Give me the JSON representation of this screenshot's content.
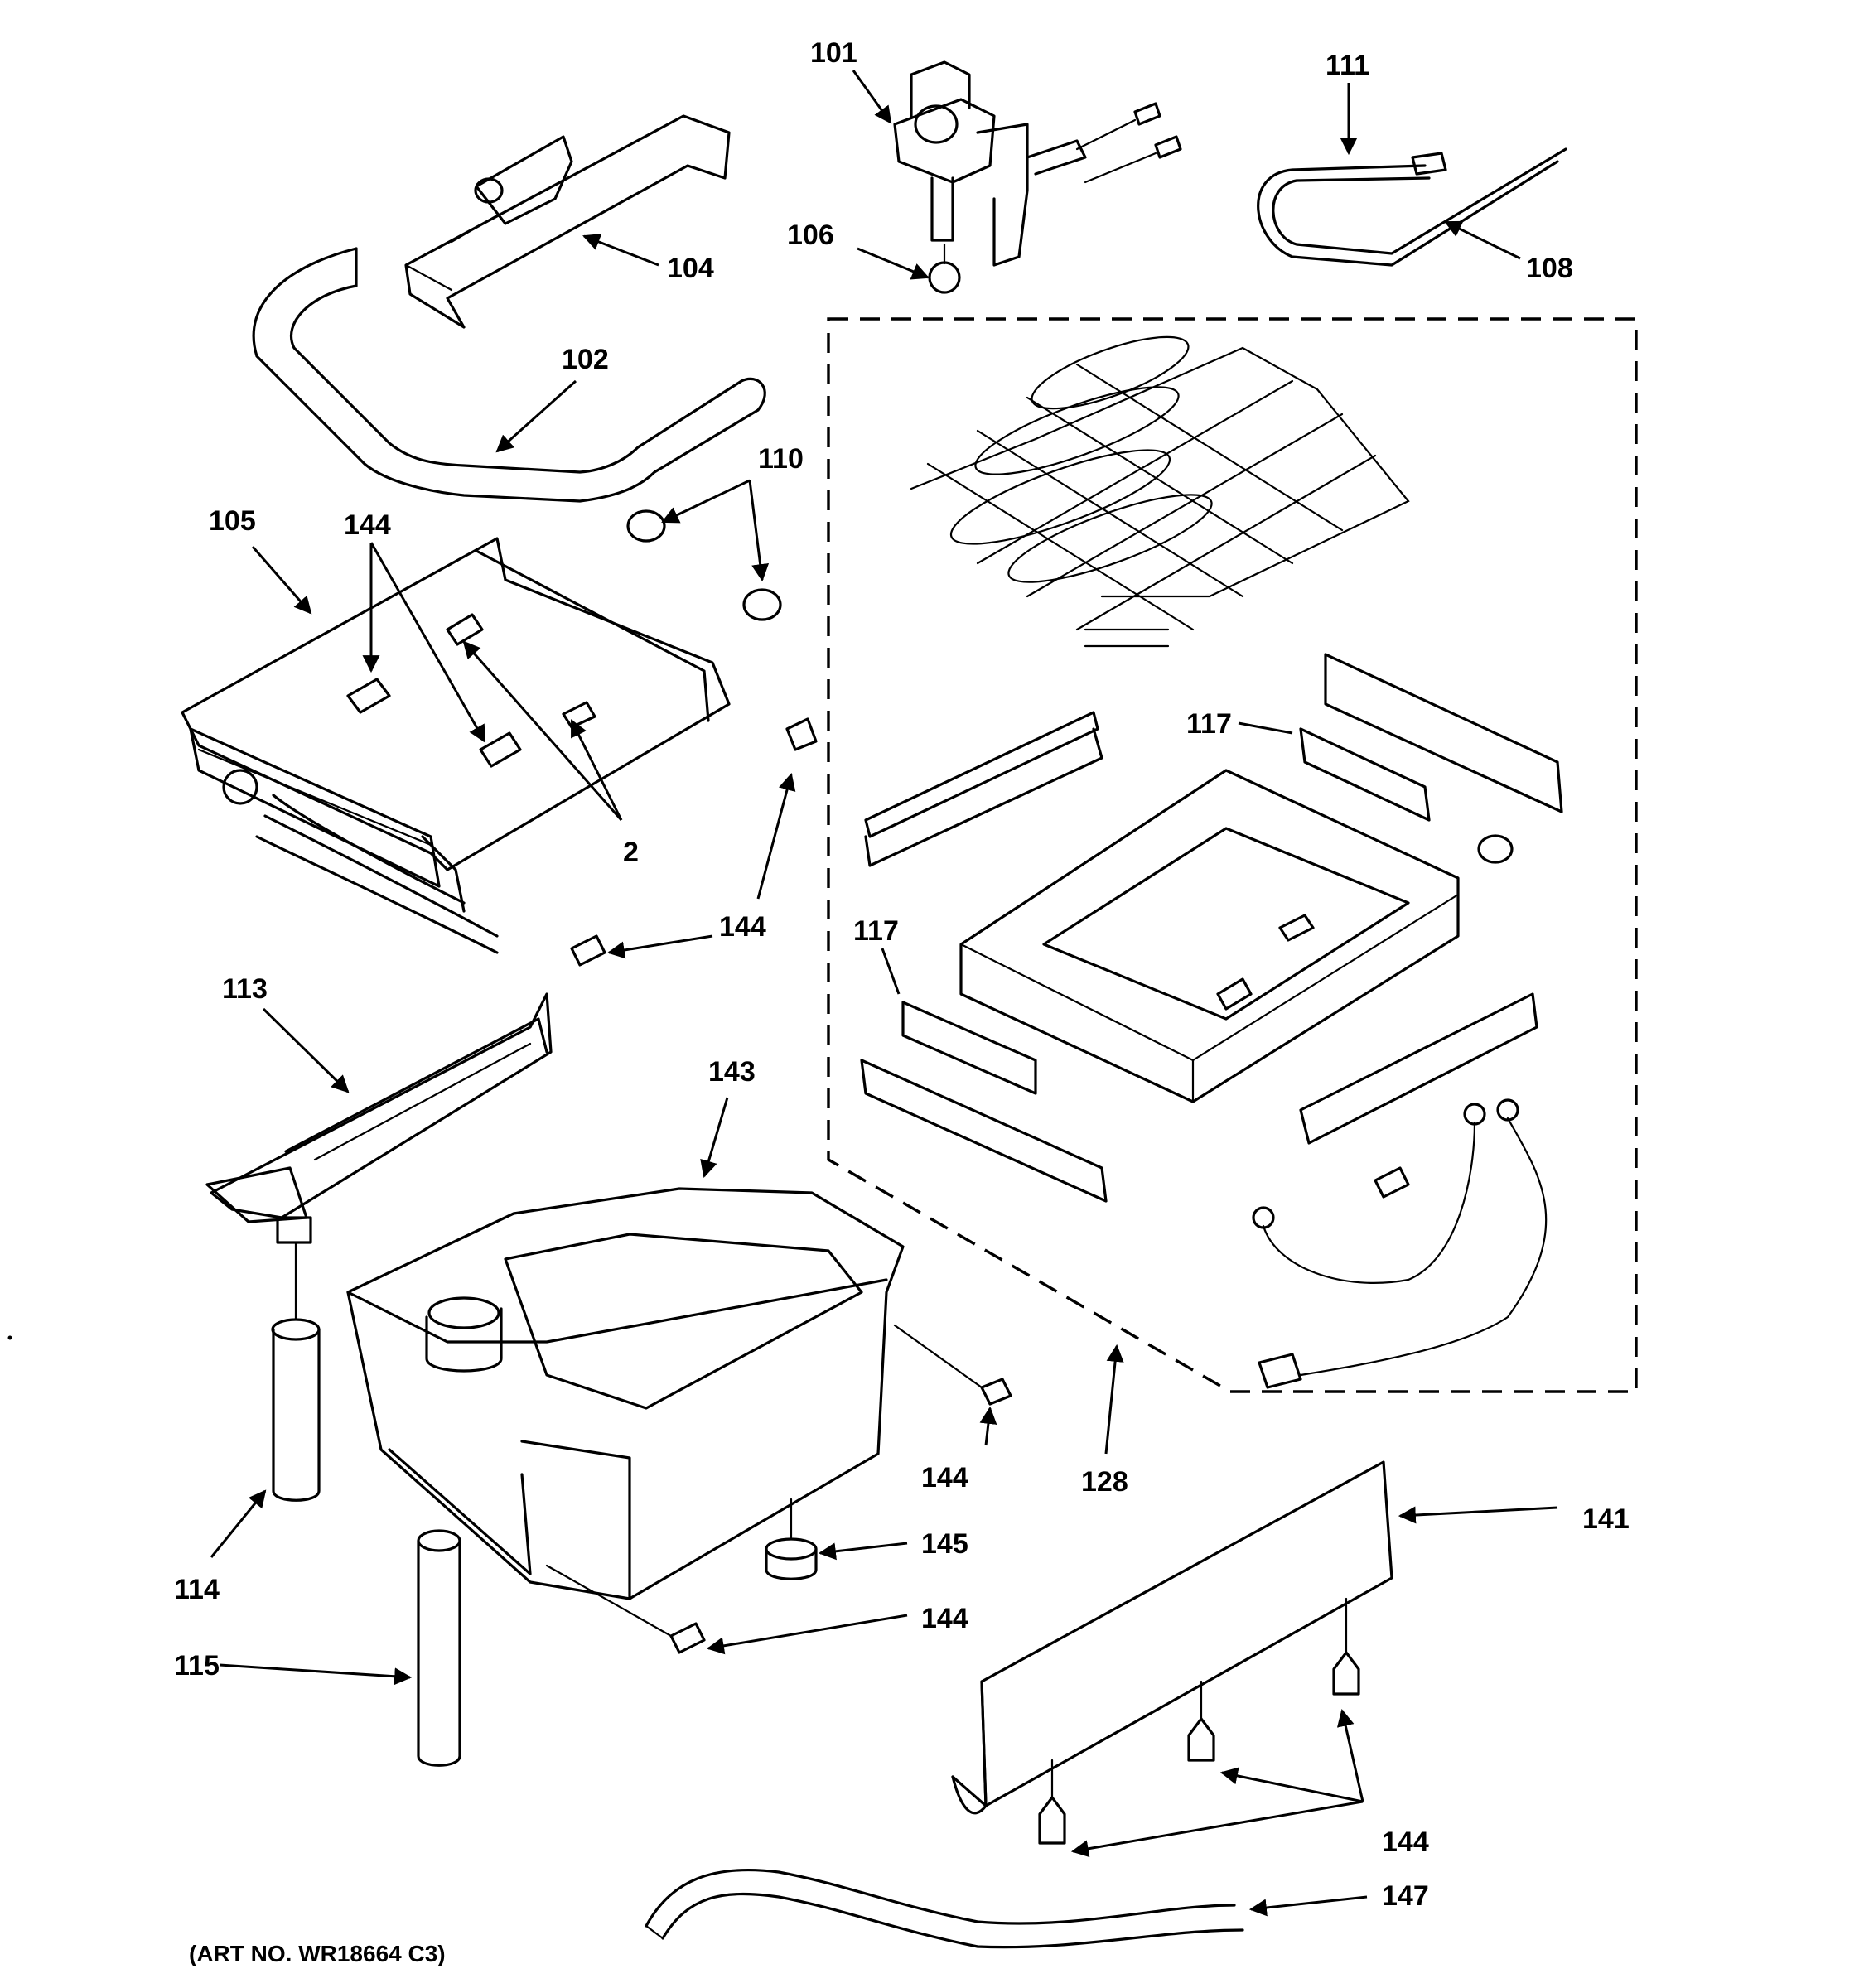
{
  "labels": {
    "l101": "101",
    "l111": "111",
    "l106": "106",
    "l108": "108",
    "l104": "104",
    "l102": "102",
    "l110": "110",
    "l105": "105",
    "l144a": "144",
    "l2": "2",
    "l144b": "144",
    "l117a": "117",
    "l117b": "117",
    "l113": "113",
    "l143": "143",
    "l144c": "144",
    "l128": "128",
    "l141": "141",
    "l145": "145",
    "l114": "114",
    "l144d": "144",
    "l115": "115",
    "l144e": "144",
    "l147": "147"
  },
  "art_number": "(ART NO. WR18664 C3)"
}
